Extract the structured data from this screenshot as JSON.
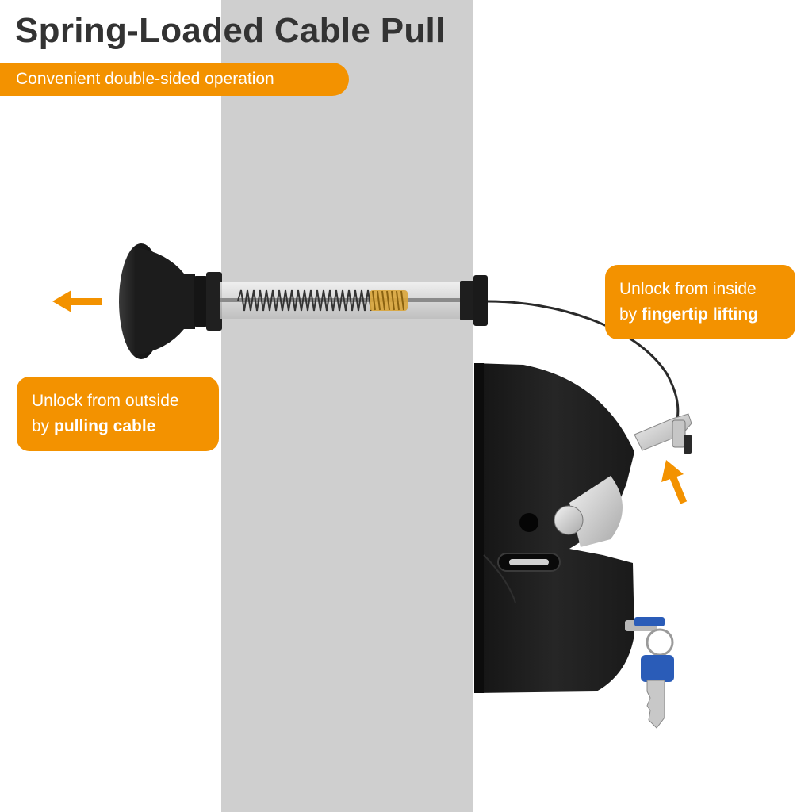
{
  "header": {
    "title": "Spring-Loaded Cable Pull",
    "subtitle": "Convenient double-sided operation"
  },
  "callouts": {
    "outside": {
      "line1": "Unlock from outside",
      "prefix": "by ",
      "bold": "pulling cable"
    },
    "inside": {
      "line1": "Unlock from inside",
      "prefix": "by ",
      "bold": "fingertip lifting"
    }
  },
  "colors": {
    "accent": "#f39200",
    "title": "#333333",
    "post": "#cfcfcf",
    "hardware": "#1e1e1e",
    "key": "#2a5cb8"
  },
  "icons": [
    "pull-left-arrow-icon",
    "lift-up-arrow-icon"
  ]
}
